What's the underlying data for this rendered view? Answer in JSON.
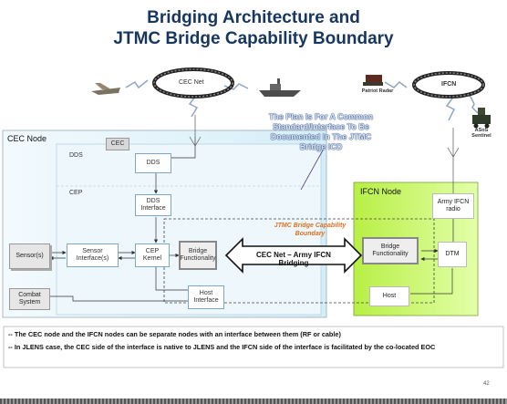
{
  "title": {
    "line1": "Bridging Architecture and",
    "line2": "JTMC Bridge Capability Boundary"
  },
  "networks": {
    "cec_net": "CEC Net",
    "ifcn": "IFCN"
  },
  "platforms": {
    "patriot": "Patriot Radar",
    "asos": "ASoS Sentinel"
  },
  "callout": {
    "line1": "The Plan Is For A Common",
    "line2": "Standard/Interface To Be",
    "line3": "Documented In The JTMC",
    "line4": "Bridge ICD"
  },
  "cec_node": {
    "label": "CEC Node",
    "cec": "CEC",
    "dds_label": "DDS",
    "dds_box": "DDS",
    "cep_label": "CEP",
    "dds_interface": "DDS Interface",
    "cep_kernel": "CEP Kernel",
    "sensor_interface": "Sensor Interface(s)",
    "bridge_functionality": "Bridge Functionality",
    "host_interface": "Host Interface"
  },
  "external": {
    "sensors": "Sensor(s)",
    "combat_system": "Combat System"
  },
  "boundary_label": {
    "line1": "JTMC Bridge Capability",
    "line2": "Boundary"
  },
  "bridge_arrow": "CEC Net – Army IFCN Bridging",
  "ifcn_node": {
    "label": "IFCN Node",
    "army_radio": "Army IFCN radio",
    "bridge_functionality": "Bridge Functionality",
    "dtm": "DTM",
    "host": "Host"
  },
  "notes": [
    "-- The CEC node and the IFCN nodes can be separate nodes with an interface between them (RF or cable)",
    "-- In JLENS case, the CEC side of the interface is native to JLENS and the IFCN side of the interface is facilitated by the co-located EOC"
  ],
  "page_number": "42",
  "colors": {
    "title": "#17375e",
    "cec_node_bg": "#eaf6fb",
    "ifcn_node_bg": "#ccff66",
    "callout": "#dbe7f5",
    "boundary_text": "#e07020"
  }
}
